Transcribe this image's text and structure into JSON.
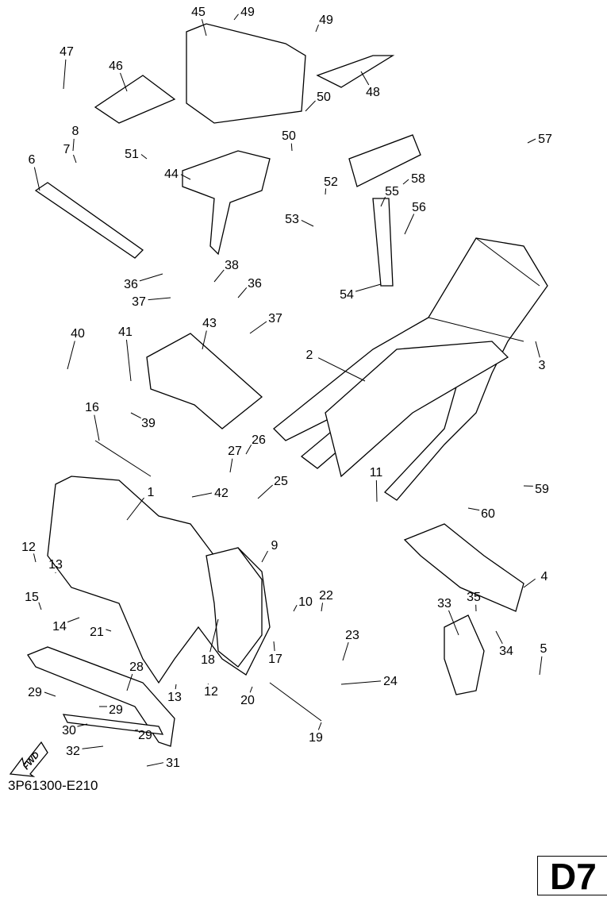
{
  "callouts": [
    "45",
    "49",
    "49",
    "47",
    "46",
    "48",
    "50",
    "57",
    "8",
    "50",
    "51",
    "7",
    "6",
    "58",
    "52",
    "44",
    "55",
    "56",
    "53",
    "38",
    "36",
    "36",
    "54",
    "37",
    "37",
    "43",
    "41",
    "40",
    "2",
    "3",
    "16",
    "39",
    "26",
    "27",
    "25",
    "42",
    "11",
    "59",
    "1",
    "60",
    "12",
    "9",
    "13",
    "4",
    "15",
    "10",
    "22",
    "33",
    "35",
    "14",
    "21",
    "23",
    "34",
    "5",
    "18",
    "17",
    "24",
    "28",
    "13",
    "12",
    "20",
    "29",
    "29",
    "30",
    "29",
    "19",
    "32",
    "31"
  ],
  "fwd_label": "FWD",
  "diagram_code": "3P61300-E210",
  "page_id": "D7"
}
